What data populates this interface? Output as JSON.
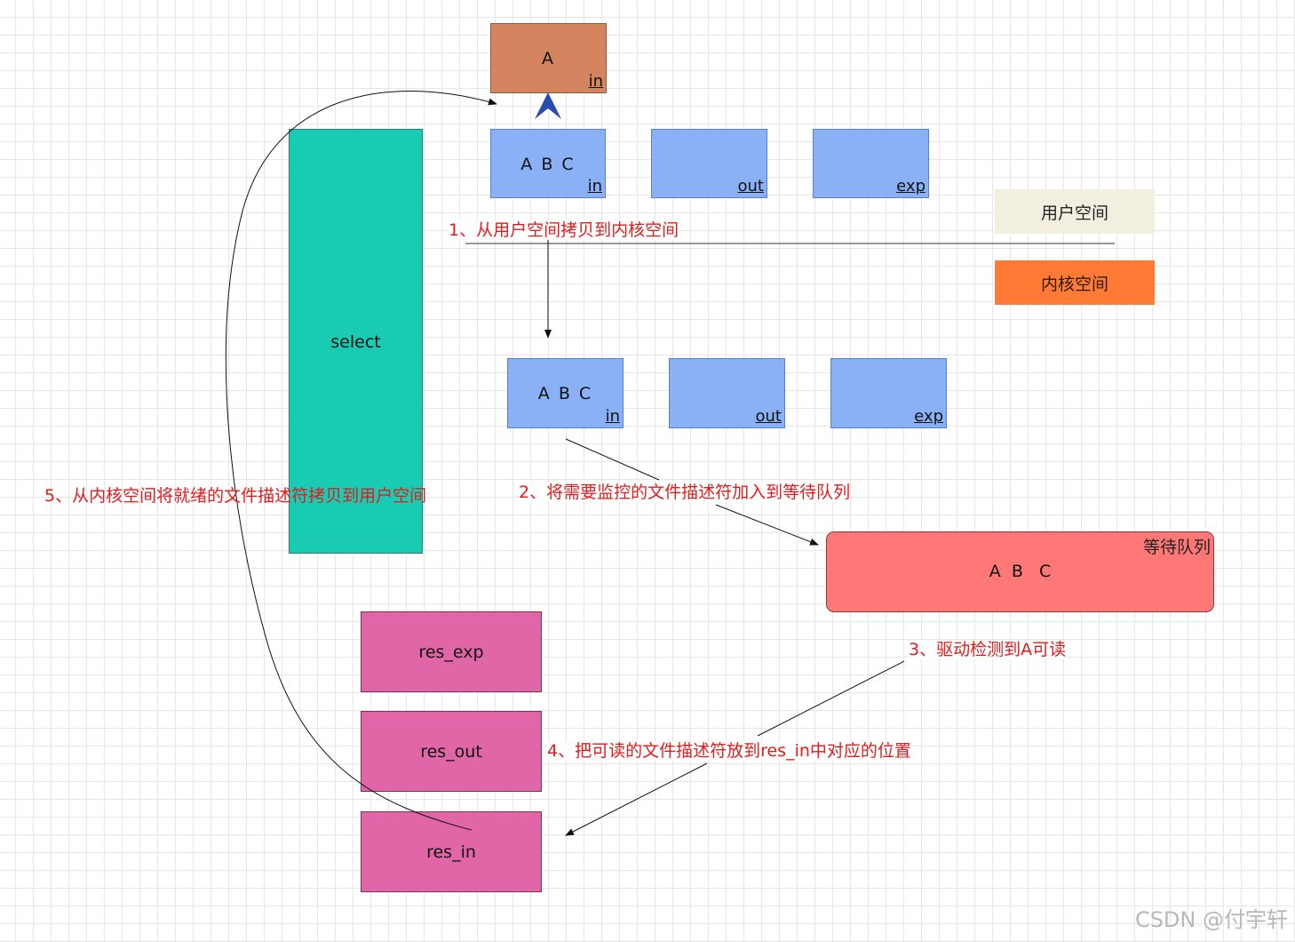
{
  "top_box": {
    "label": "A",
    "tag": "in"
  },
  "user_sets": [
    {
      "label": "A B C",
      "tag": "in"
    },
    {
      "label": "",
      "tag": "out"
    },
    {
      "label": "",
      "tag": "exp"
    }
  ],
  "kernel_sets": [
    {
      "label": "A B C",
      "tag": "in"
    },
    {
      "label": "",
      "tag": "out"
    },
    {
      "label": "",
      "tag": "exp"
    }
  ],
  "select_label": "select",
  "legend": {
    "user_space": "用户空间",
    "kernel_space": "内核空间"
  },
  "wait_queue": {
    "title": "等待队列",
    "content": "A  B   C"
  },
  "result_boxes": {
    "exp": "res_exp",
    "out": "res_out",
    "in": "res_in"
  },
  "steps": {
    "step1": "1、从用户空间拷贝到内核空间",
    "step2": "2、将需要监控的文件描述符加入到等待队列",
    "step3": "3、驱动检测到A可读",
    "step4": "4、把可读的文件描述符放到res_in中对应的位置",
    "step5": "5、从内核空间将就绪的文件描述符拷贝到用户空间"
  },
  "watermark": "CSDN @付宇轩",
  "colors": {
    "top_box": "#d4845e",
    "fd_set": "#8ab0f5",
    "select": "#19cbb3",
    "user_space": "#f2eee0",
    "kernel_space": "#ff7b35",
    "wait_queue": "#ff7878",
    "result": "#e066a8",
    "step_text": "#e31b1b",
    "chevron": "#2a4cae"
  }
}
